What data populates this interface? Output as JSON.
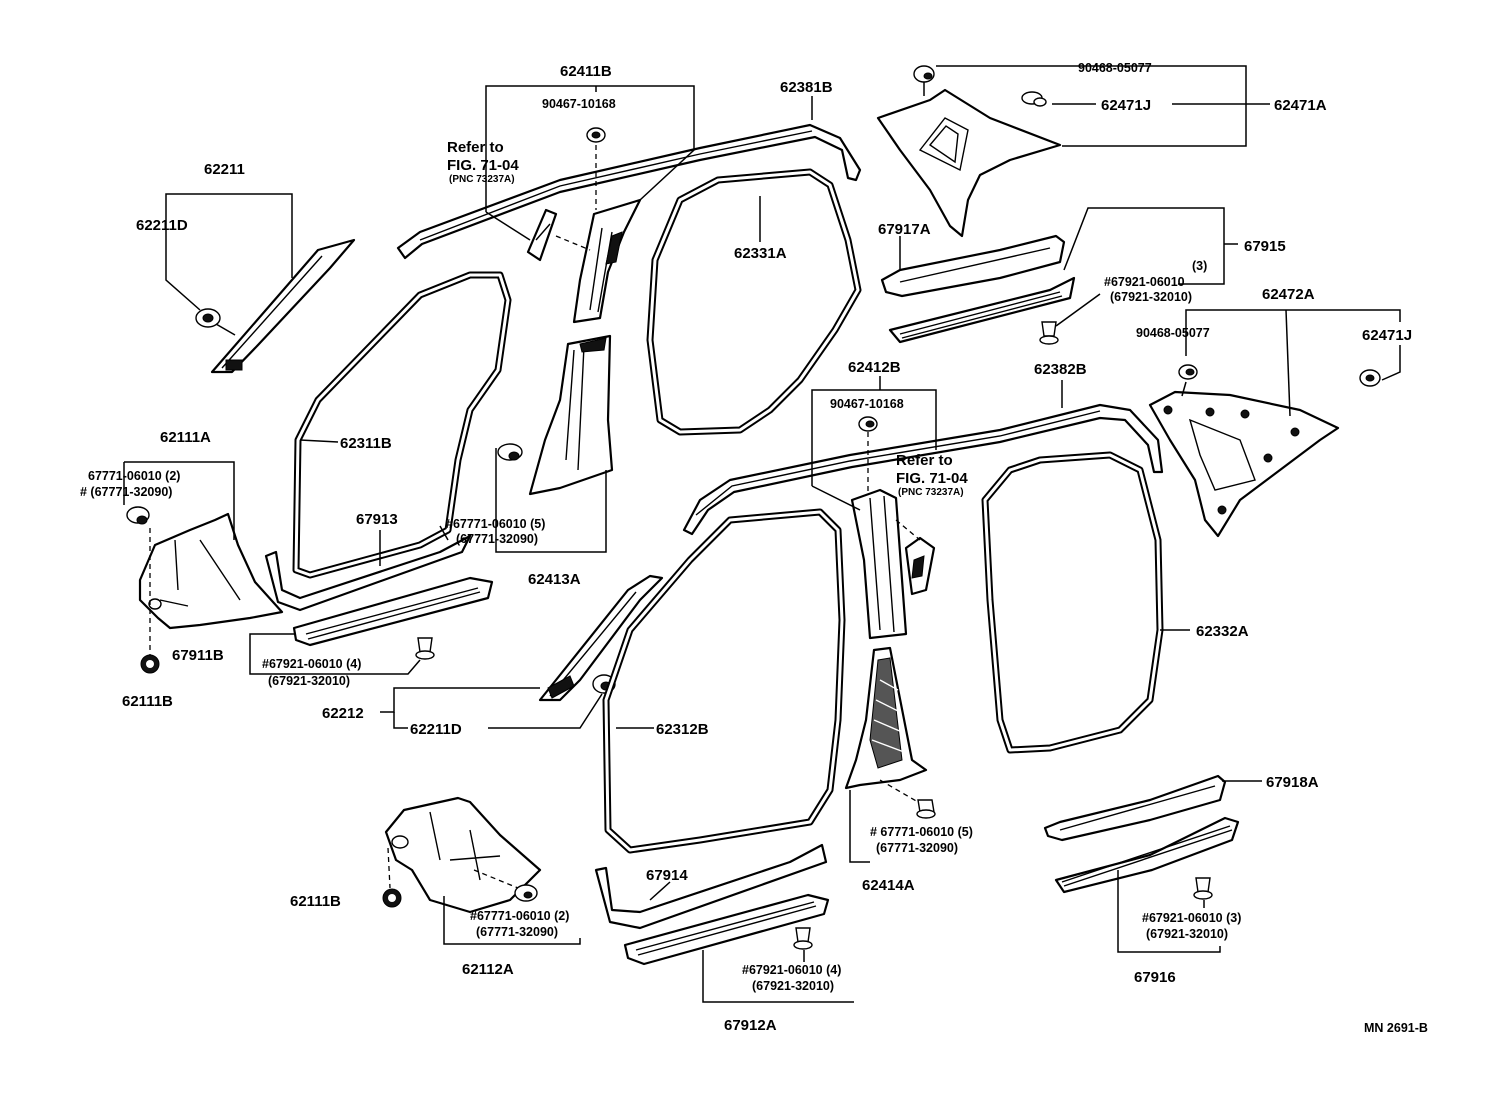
{
  "labels": {
    "p62411B": "62411B",
    "p90467_10168_a": "90467-10168",
    "p62381B": "62381B",
    "p90468_05077_a": "90468-05077",
    "p62471J_a": "62471J",
    "p62471A": "62471A",
    "refer_a_1": "Refer to",
    "refer_a_2": "FIG. 71-04",
    "refer_a_3": "(PNC 73237A)",
    "p62211": "62211",
    "p62211D_a": "62211D",
    "p62331A": "62331A",
    "p67917A": "67917A",
    "p67915": "67915",
    "qty_3": "(3)",
    "p67921_06010_a": "#67921-06010",
    "p67921_32010_a": "(67921-32010)",
    "p62472A": "62472A",
    "p90468_05077_b": "90468-05077",
    "p62471J_b": "62471J",
    "p62412B": "62412B",
    "p62382B": "62382B",
    "p90467_10168_b": "90467-10168",
    "refer_b_1": "Refer to",
    "refer_b_2": "FIG. 71-04",
    "refer_b_3": "(PNC 73237A)",
    "p62111A": "62111A",
    "p67771_06010_a": "67771-06010 (2)",
    "p67771_32090_a": "# (67771-32090)",
    "p62311B": "62311B",
    "p67913": "67913",
    "p67771_06010_b": "#67771-06010 (5)",
    "p67771_32090_b": "(67771-32090)",
    "p62413A": "62413A",
    "p62332A": "62332A",
    "p67911B": "67911B",
    "p67921_06010_b": "#67921-06010 (4)",
    "p67921_32010_b": "(67921-32010)",
    "p62111B_a": "62111B",
    "p62212": "62212",
    "p62211D_b": "62211D",
    "p62312B": "62312B",
    "p67918A": "67918A",
    "p67771_06010_c": "# 67771-06010 (5)",
    "p67771_32090_c": "(67771-32090)",
    "p62414A": "62414A",
    "p62111B_b": "62111B",
    "p67914": "67914",
    "p67771_06010_d": "#67771-06010 (2)",
    "p67771_32090_d": "(67771-32090)",
    "p62112A": "62112A",
    "p67921_06010_c": "#67921-06010 (4)",
    "p67921_32010_c": "(67921-32010)",
    "p67912A": "67912A",
    "p67921_06010_d": "#67921-06010 (3)",
    "p67921_32010_d": "(67921-32010)",
    "p67916": "67916",
    "drawing_code": "MN 2691-B"
  }
}
